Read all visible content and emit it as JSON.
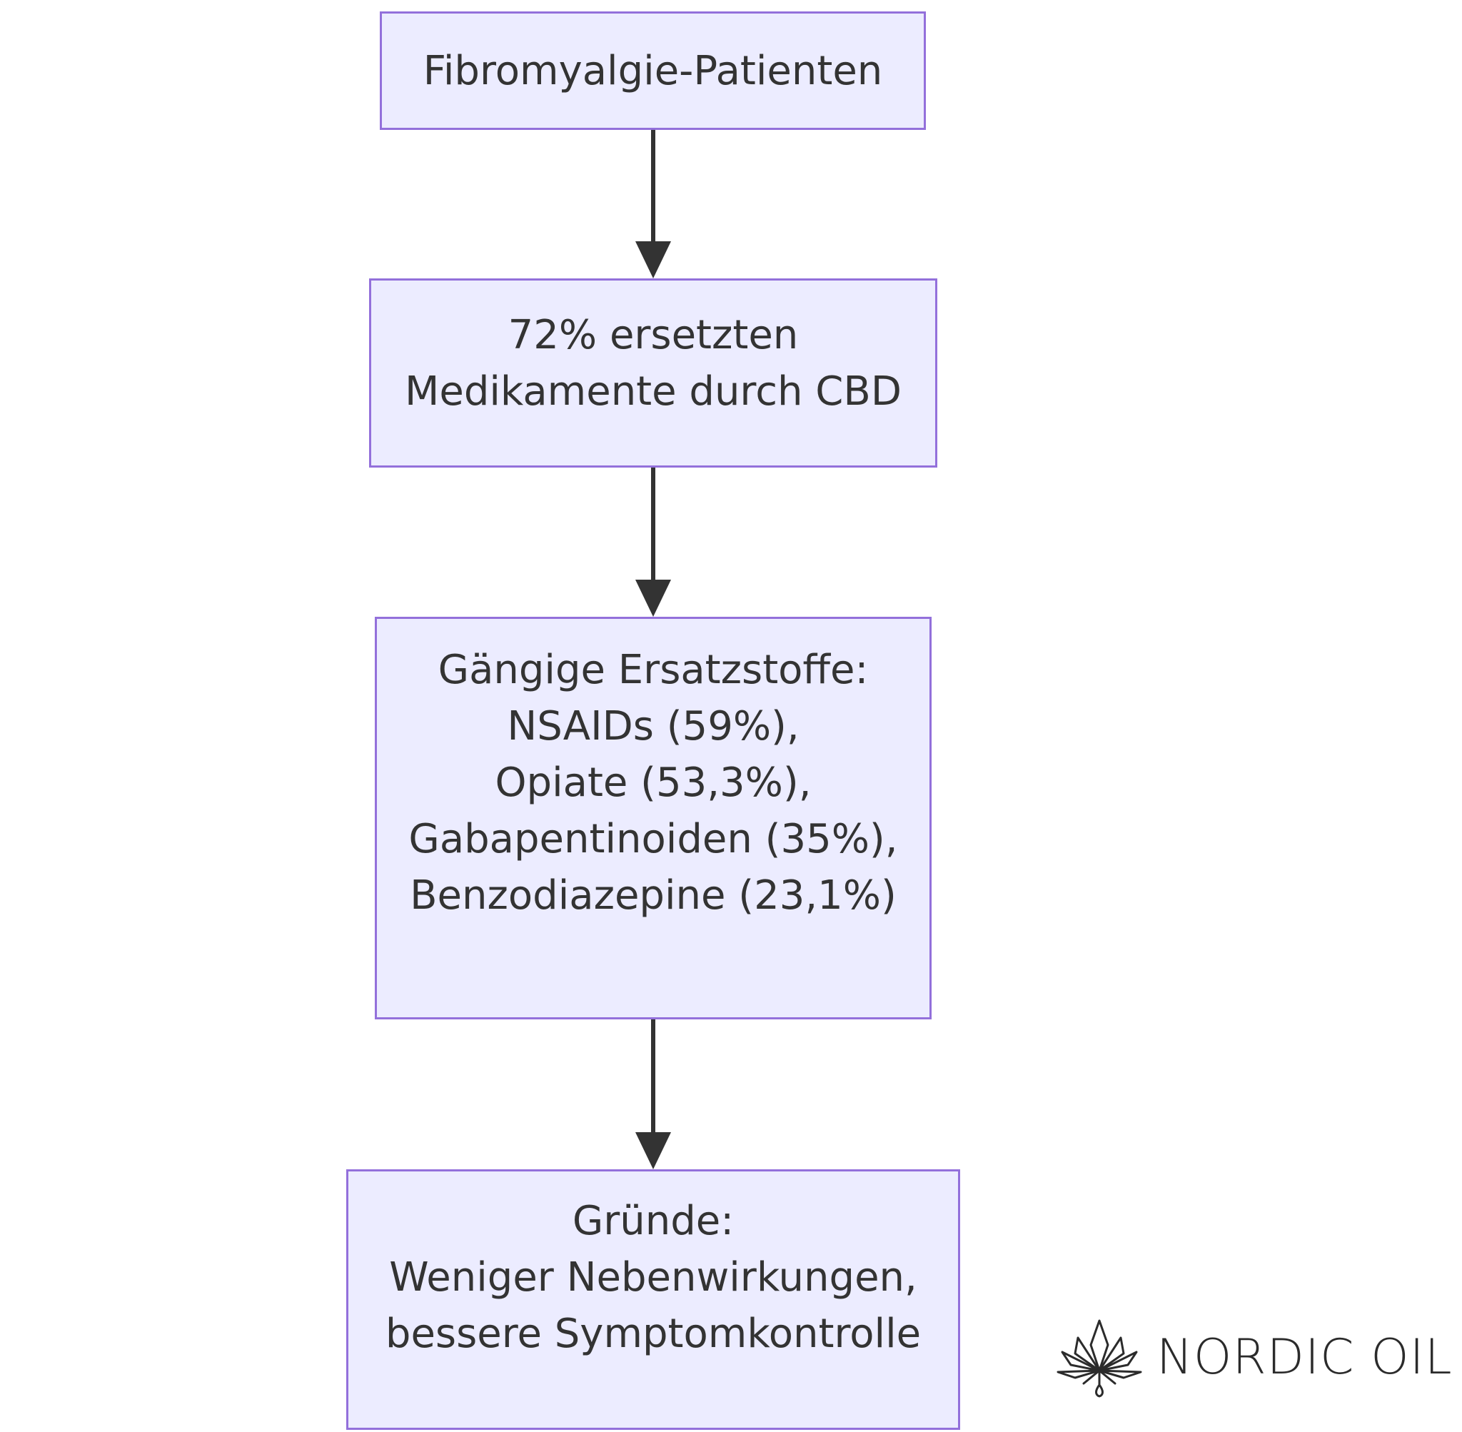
{
  "nodes": [
    {
      "id": "n1",
      "lines": [
        "Fibromyalgie-Patienten"
      ]
    },
    {
      "id": "n2",
      "lines": [
        "72% ersetzten",
        "Medikamente durch CBD"
      ]
    },
    {
      "id": "n3",
      "lines": [
        "Gängige Ersatzstoffe:",
        "NSAIDs (59%),",
        "Opiate (53,3%),",
        "Gabapentinoiden (35%),",
        "Benzodiazepine (23,1%)"
      ]
    },
    {
      "id": "n4",
      "lines": [
        "Gründe:",
        "Weniger Nebenwirkungen,",
        "bessere Symptomkontrolle"
      ]
    }
  ],
  "edges": [
    {
      "from": "n1",
      "to": "n2"
    },
    {
      "from": "n2",
      "to": "n3"
    },
    {
      "from": "n3",
      "to": "n4"
    }
  ],
  "colors": {
    "node_fill": "#ececff",
    "node_border": "#9370db",
    "edge": "#333333",
    "text": "#333333"
  },
  "logo": {
    "text": "NORDIC OIL",
    "icon": "cannabis-leaf-icon"
  }
}
